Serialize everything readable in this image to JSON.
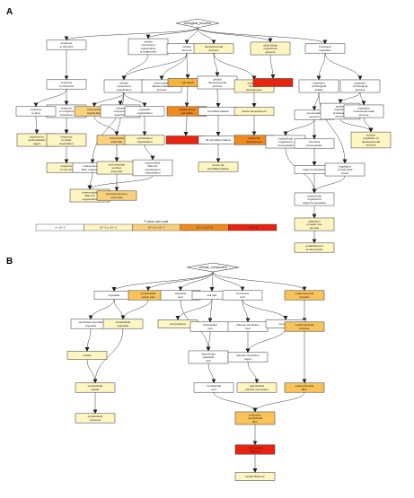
{
  "panels": [
    {
      "letter": "A",
      "root": "biological_process",
      "nodes": [
        {
          "id": "a1",
          "label": "response\nto stimulus",
          "fill": "#ffffff"
        },
        {
          "id": "a2",
          "label": "cellular\ncomponent\norganization\nor biogenesis",
          "fill": "#ffffff"
        },
        {
          "id": "a3",
          "label": "cellular\nprocess",
          "fill": "#ffffff"
        },
        {
          "id": "a4",
          "label": "developmental\nprocess",
          "fill": "#fdf5c2"
        },
        {
          "id": "a5",
          "label": "multicellular\norganismal\nprocess",
          "fill": "#fdf5c2"
        },
        {
          "id": "a6",
          "label": "biological\nregulation",
          "fill": "#ffffff"
        },
        {
          "id": "a7",
          "label": "response\nto chemical",
          "fill": "#ffffff"
        },
        {
          "id": "a8",
          "label": "cellular\ncomponent\norganization",
          "fill": "#ffffff"
        },
        {
          "id": "a9",
          "label": "intermediate\nfilament-based\nprocess",
          "fill": "#ffffff"
        },
        {
          "id": "a10",
          "label": "cell death",
          "fill": "#f7b33c"
        },
        {
          "id": "a11",
          "label": "cellular\ndevelopmental\nprocess",
          "fill": "#ffffff"
        },
        {
          "id": "a12",
          "label": "anatomical\nstructure\ndevelopment",
          "fill": "#fdf5c2"
        },
        {
          "id": "a13",
          "label": "",
          "fill": "#e8230f"
        },
        {
          "id": "a14",
          "label": "regulation\nof biological\nquality",
          "fill": "#ffffff"
        },
        {
          "id": "a15",
          "label": "regulation\nof biological\nprocess",
          "fill": "#ffffff"
        },
        {
          "id": "a16",
          "label": "response\nto inorganic\nsubstance",
          "fill": "#ffffff"
        },
        {
          "id": "a17",
          "label": "response\nto drug",
          "fill": "#ffffff"
        },
        {
          "id": "a18",
          "label": "cell junction\norganization",
          "fill": "#fbd07a"
        },
        {
          "id": "a19",
          "label": "cellular\ncomponent\nassembly",
          "fill": "#ffffff"
        },
        {
          "id": "a20",
          "label": "organelle\norganization",
          "fill": "#ffffff"
        },
        {
          "id": "a21",
          "label": "programmed\ncell death",
          "fill": "#f08a1c"
        },
        {
          "id": "a22",
          "label": "cell differentiation",
          "fill": "#ffffff"
        },
        {
          "id": "a23",
          "label": "tissue development",
          "fill": "#fdf5c2"
        },
        {
          "id": "a24",
          "label": "homeostatic\nprocess",
          "fill": "#ffffff"
        },
        {
          "id": "a25",
          "label": "positive\nregulation\nof biological\nprocess",
          "fill": "#ffffff"
        },
        {
          "id": "a26",
          "label": "regulation\nof developmental\nprocess",
          "fill": "#ffffff"
        },
        {
          "id": "a27",
          "label": "response to\nantineoplastic\nagent",
          "fill": "#fdf5c2"
        },
        {
          "id": "a28",
          "label": "response\nto water\ndeprivation",
          "fill": "#fdf5c2"
        },
        {
          "id": "a29",
          "label": "cell junction\nassembly",
          "fill": "#fbd07a"
        },
        {
          "id": "a30",
          "label": "cytoskeleton\norganization",
          "fill": "#fdf5c2"
        },
        {
          "id": "a31",
          "label": "",
          "fill": "#e8230f"
        },
        {
          "id": "a32",
          "label": "fat cell differentiation",
          "fill": "#ffffff"
        },
        {
          "id": "a33",
          "label": "epidermis\ndevelopment",
          "fill": "#f08a1c"
        },
        {
          "id": "a34",
          "label": "multicellular\norganismal\nhomeostasis",
          "fill": "#ffffff"
        },
        {
          "id": "a35",
          "label": "chemical\nhomeostasis",
          "fill": "#ffffff"
        },
        {
          "id": "a36",
          "label": "positive\nregulation of\ndevelopmental\nprocess",
          "fill": "#fdf5c2"
        },
        {
          "id": "a37",
          "label": "response\nto zinc ion",
          "fill": "#fdf5c2"
        },
        {
          "id": "a38",
          "label": "supramolecular\nfiber organization",
          "fill": "#ffffff"
        },
        {
          "id": "a39",
          "label": "cell-substrate\njunction\nassembly",
          "fill": "#fdf5c2"
        },
        {
          "id": "a40",
          "label": "intermediate\nfilament\ncytoskeleton\norganization",
          "fill": "#ffffff"
        },
        {
          "id": "a41",
          "label": "brown fat\ncell differentiation",
          "fill": "#fdf5c2"
        },
        {
          "id": "a42",
          "label": "water homeostasis",
          "fill": "#ffffff"
        },
        {
          "id": "a43",
          "label": "regulation\nof body fluid\nlevels",
          "fill": "#ffffff"
        },
        {
          "id": "a44",
          "label": "intermediate\nfilament\norganization",
          "fill": "#fdf5c2"
        },
        {
          "id": "a45",
          "label": "hemidesmosome\nassembly",
          "fill": "#fbd07a"
        },
        {
          "id": "a46",
          "label": "multicellular\norganismal\nwater homeostasis",
          "fill": "#ffffff"
        },
        {
          "id": "a47",
          "label": "regulation\nof water loss\nvia skin",
          "fill": "#fdf5c2"
        },
        {
          "id": "a48",
          "label": "establishment\nof skin barrier",
          "fill": "#fdf5c2"
        }
      ],
      "legend": {
        "title": "P-value color scale",
        "items": [
          {
            "label": ">= 10^-3",
            "fill": "#ffffff"
          },
          {
            "label": "10^-3 to 10^-5",
            "fill": "#fdf5c2"
          },
          {
            "label": "10^-5 to 10^-7",
            "fill": "#fbd07a"
          },
          {
            "label": "10^-7 to 10^-9",
            "fill": "#f08a1c"
          },
          {
            "label": "<= 10^-9",
            "fill": "#e8230f"
          }
        ]
      }
    },
    {
      "letter": "B",
      "root": "cellular_component",
      "nodes": [
        {
          "id": "b1",
          "label": "organelle",
          "fill": "#ffffff"
        },
        {
          "id": "b2",
          "label": "extracellular\nregion part",
          "fill": "#f9c35a"
        },
        {
          "id": "b3",
          "label": "organelle\npart",
          "fill": "#ffffff"
        },
        {
          "id": "b4",
          "label": "cell part",
          "fill": "#ffffff"
        },
        {
          "id": "b5",
          "label": "membrane\npart",
          "fill": "#ffffff"
        },
        {
          "id": "b6",
          "label": "supramolecular\ncomplex",
          "fill": "#f9c35a"
        },
        {
          "id": "b7",
          "label": "membrane-bounded\norganelle",
          "fill": "#ffffff"
        },
        {
          "id": "b8",
          "label": "extracellular\norganelle",
          "fill": "#fdf5c2"
        },
        {
          "id": "b9",
          "label": "cell periphery",
          "fill": "#fdf5c2"
        },
        {
          "id": "b10",
          "label": "intracellular\npart",
          "fill": "#ffffff"
        },
        {
          "id": "b11",
          "label": "plasma membrane\npart",
          "fill": "#ffffff"
        },
        {
          "id": "b12",
          "label": "membrane",
          "fill": "#ffffff"
        },
        {
          "id": "b13",
          "label": "supramolecular\npolymer",
          "fill": "#f9c35a"
        },
        {
          "id": "b14",
          "label": "vesicle",
          "fill": "#fdf5c2"
        },
        {
          "id": "b15",
          "label": "intracellular\norganelle\npart",
          "fill": "#ffffff"
        },
        {
          "id": "b16",
          "label": "plasma membrane\nregion",
          "fill": "#ffffff"
        },
        {
          "id": "b17",
          "label": "extracellular\nvesicle",
          "fill": "#fdf5c2"
        },
        {
          "id": "b18",
          "label": "cytoskeletal\npart",
          "fill": "#ffffff"
        },
        {
          "id": "b19",
          "label": "apicolateral\nplasma membrane",
          "fill": "#fdf5c2"
        },
        {
          "id": "b20",
          "label": "supramolecular\nfiber",
          "fill": "#f9c35a"
        },
        {
          "id": "b21",
          "label": "extracellular\nexosome",
          "fill": "#fdf5c2"
        },
        {
          "id": "b22",
          "label": "polymeric\ncytoskeletal\nfiber",
          "fill": "#f9c35a"
        },
        {
          "id": "b23",
          "label": "intermediate\nfilament",
          "fill": "#e8230f"
        },
        {
          "id": "b24",
          "label": "keratin filament",
          "fill": "#fdf5c2"
        }
      ]
    }
  ]
}
